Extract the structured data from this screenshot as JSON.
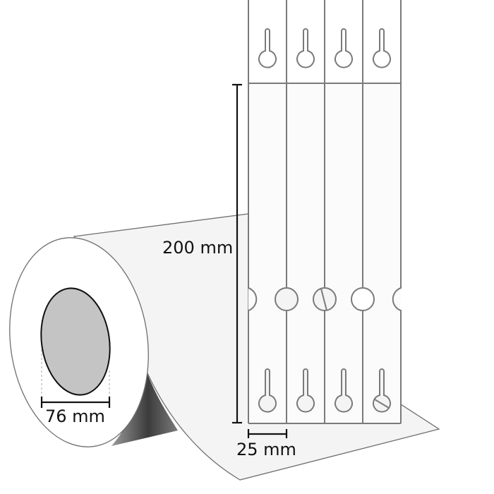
{
  "diagram": {
    "subject": "tag-roll",
    "tags_visible": 4,
    "dimensions": {
      "height_label": "200 mm",
      "width_label": "25 mm",
      "core_label": "76 mm"
    },
    "colors": {
      "background": "#ffffff",
      "paper": "#f4f4f4",
      "roll_face": "#ffffff",
      "outline": "#6f6f6f",
      "tag_outline": "#7a7a7a",
      "core_fill": "#c4c4c4",
      "core_outline": "#111111",
      "shadow_dark": "#3a3a3a",
      "shadow_light": "#9a9a9a",
      "dimension_line": "#111111"
    }
  }
}
